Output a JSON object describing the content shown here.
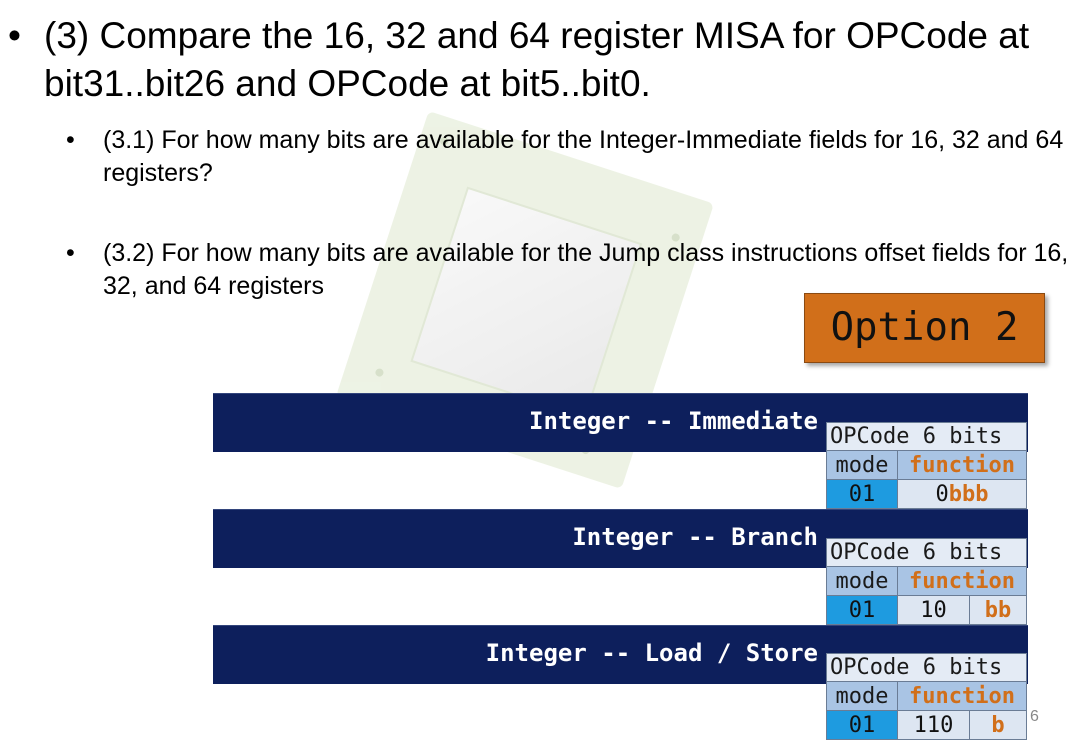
{
  "bullet_main": {
    "glyph": "•",
    "text": "(3) Compare the 16, 32 and 64 register MISA for OPCode at bit31..bit26 and OPCode at bit5..bit0."
  },
  "sub_bullets": [
    {
      "glyph": "•",
      "text": "(3.1) For how many bits are available for the Integer-Immediate fields for 16, 32 and 64 registers?"
    },
    {
      "glyph": "•",
      "text": "(3.2) For how many bits are available for the Jump class instructions offset fields for 16, 32, and 64 registers"
    }
  ],
  "option_label": "Option 2",
  "sections": [
    {
      "bar_label": "Integer -- Immediate",
      "opcode_title": "OPCode 6 bits",
      "mode_header": "mode",
      "function_header": "function",
      "mode_value": "01",
      "function_prefix": "0",
      "function_suffix": "bbb"
    },
    {
      "bar_label": "Integer -- Branch",
      "opcode_title": "OPCode 6 bits",
      "mode_header": "mode",
      "function_header": "function",
      "mode_value": "01",
      "function_value": "10",
      "function_extra": "bb"
    },
    {
      "bar_label": "Integer -- Load / Store",
      "opcode_title": "OPCode 6 bits",
      "mode_header": "mode",
      "function_header": "function",
      "mode_value": "01",
      "function_value": "110",
      "function_extra": "b"
    }
  ],
  "page_number": "6",
  "colors": {
    "bar": "#0d1f5c",
    "option_box": "#d16f1a",
    "mode_value_bg": "#1e9be0",
    "header_row_bg": "#a9c4e4"
  }
}
